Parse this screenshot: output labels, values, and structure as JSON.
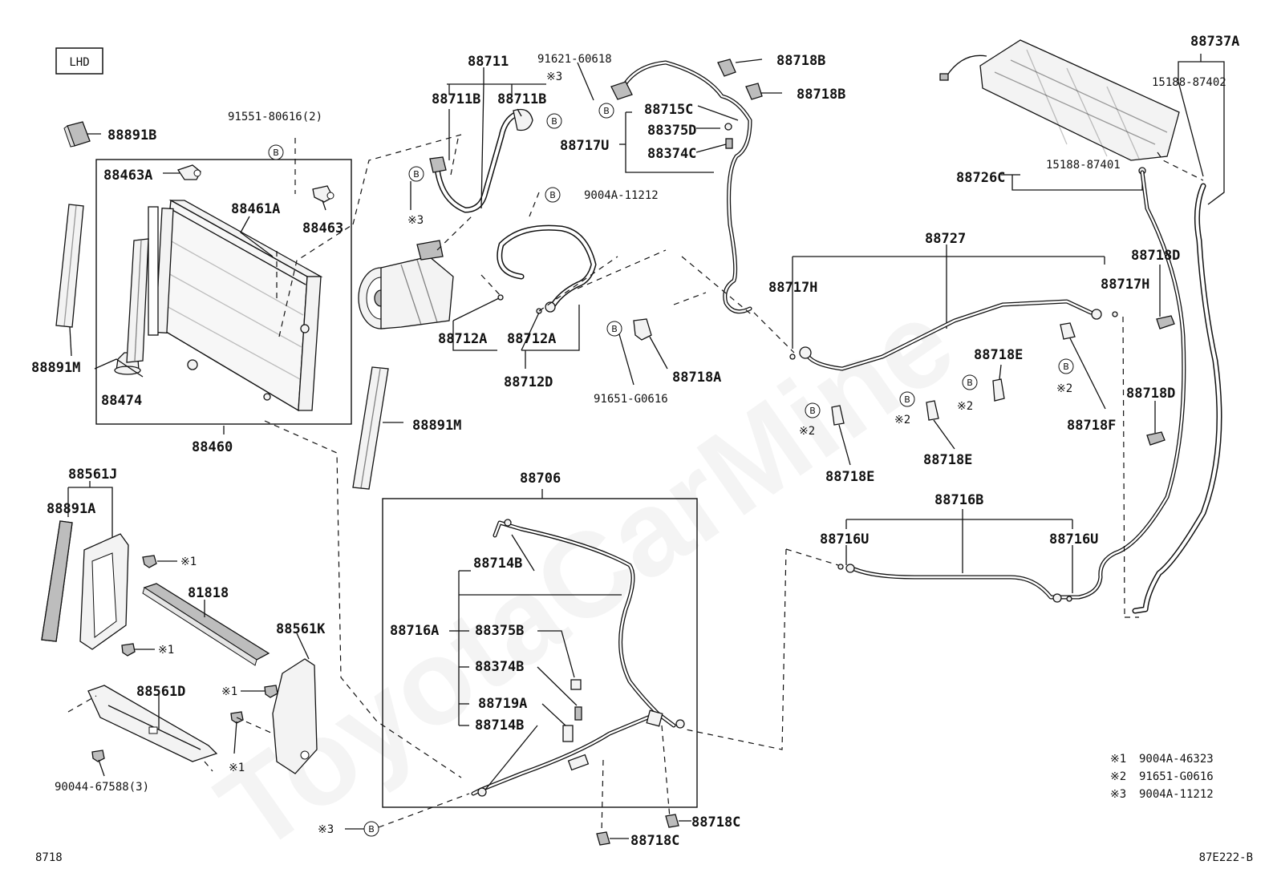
{
  "watermark": "ToyotaCarMine",
  "drive_badge": "LHD",
  "page_ref_left": "8718",
  "page_ref_right": "87E222-B",
  "bolt_symbol": "B",
  "part_labels": {
    "p88891B": "88891B",
    "p91551": "91551-80616(2)",
    "p88463A": "88463A",
    "p88461A": "88461A",
    "p88463": "88463",
    "p88891M_l": "88891M",
    "p88474": "88474",
    "p88460": "88460",
    "p88561J": "88561J",
    "p88891A": "88891A",
    "p81818": "81818",
    "p88561K": "88561K",
    "p88561D": "88561D",
    "p90044": "90044-67588(3)",
    "p88711": "88711",
    "p88711B_a": "88711B",
    "p88711B_b": "88711B",
    "p91621": "91621-60618",
    "p88715C": "88715C",
    "p88375D": "88375D",
    "p88717U": "88717U",
    "p88374C": "88374C",
    "p88718B_a": "88718B",
    "p88718B_b": "88718B",
    "p9004A": "9004A-11212",
    "p88712A_a": "88712A",
    "p88712A_b": "88712A",
    "p88712D": "88712D",
    "p91651": "91651-G0616",
    "p88718A": "88718A",
    "p88717H_a": "88717H",
    "p88891M_c": "88891M",
    "p88706": "88706",
    "p88714B_a": "88714B",
    "p88716A": "88716A",
    "p88375B": "88375B",
    "p88374B": "88374B",
    "p88719A": "88719A",
    "p88714B_b": "88714B",
    "p88718C_a": "88718C",
    "p88718C_b": "88718C",
    "p88737A": "88737A",
    "p15188_87402": "15188-87402",
    "p88726C": "88726C",
    "p15188_87401": "15188-87401",
    "p88727": "88727",
    "p88718D_a": "88718D",
    "p88717H_b": "88717H",
    "p88718E_a": "88718E",
    "p88718F": "88718F",
    "p88718D_b": "88718D",
    "p88718E_b": "88718E",
    "p88718E_c": "88718E",
    "p88716B": "88716B",
    "p88716U_a": "88716U",
    "p88716U_b": "88716U"
  },
  "note_marks": {
    "n1": "※1",
    "n2": "※2",
    "n3": "※3"
  },
  "legend": [
    {
      "mark": "※1",
      "part": "9004A-46323"
    },
    {
      "mark": "※2",
      "part": "91651-G0616"
    },
    {
      "mark": "※3",
      "part": "9004A-11212"
    }
  ]
}
